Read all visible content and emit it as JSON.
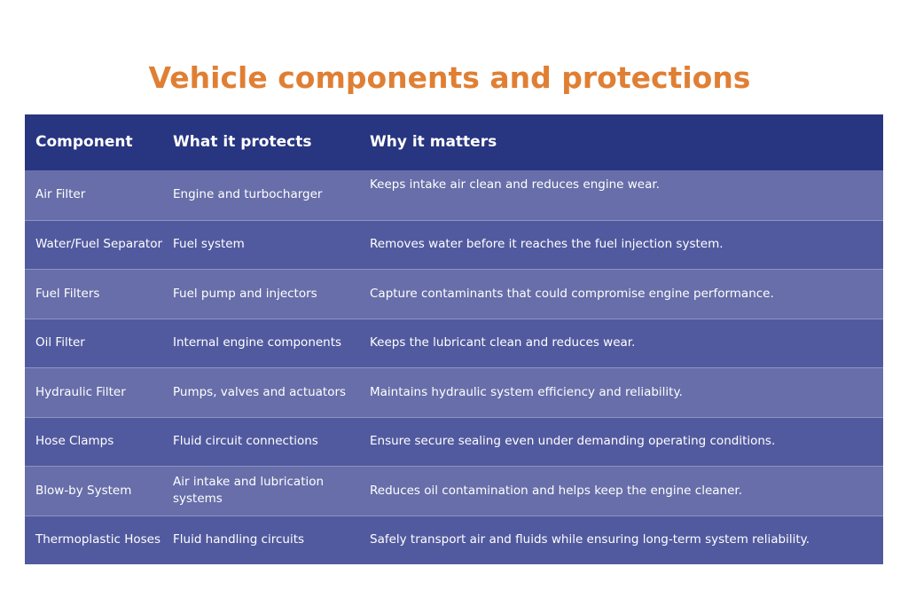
{
  "title": "Vehicle components and protections",
  "table": {
    "headers": [
      "Component",
      "What it protects",
      "Why it matters"
    ],
    "rows": [
      {
        "component": "Air Filter",
        "protects": "Engine and turbocharger",
        "why": "Keeps intake air clean and reduces engine wear."
      },
      {
        "component": "Water/Fuel Separator",
        "protects": "Fuel system",
        "why": "Removes water before it reaches the fuel injection system."
      },
      {
        "component": "Fuel Filters",
        "protects": "Fuel pump and injectors",
        "why": "Capture contaminants that could compromise engine performance."
      },
      {
        "component": "Oil Filter",
        "protects": "Internal engine components",
        "why": "Keeps the lubricant clean and reduces wear."
      },
      {
        "component": "Hydraulic Filter",
        "protects": "Pumps, valves and actuators",
        "why": "Maintains hydraulic system efficiency and reliability."
      },
      {
        "component": "Hose Clamps",
        "protects": "Fluid circuit connections",
        "why": "Ensure secure sealing even under demanding operating conditions."
      },
      {
        "component": "Blow-by System",
        "protects": "Air intake and lubrication systems",
        "why": "Reduces oil contamination and helps keep the engine cleaner."
      },
      {
        "component": "Thermoplastic Hoses",
        "protects": "Fluid handling circuits",
        "why": "Safely transport air and fluids while ensuring long-term system reliability."
      }
    ]
  },
  "colors": {
    "title": "#e07f34",
    "header_bg": "#283580",
    "row_light": "#676ea9",
    "row_dark": "#525a9f",
    "text": "#ffffff"
  }
}
